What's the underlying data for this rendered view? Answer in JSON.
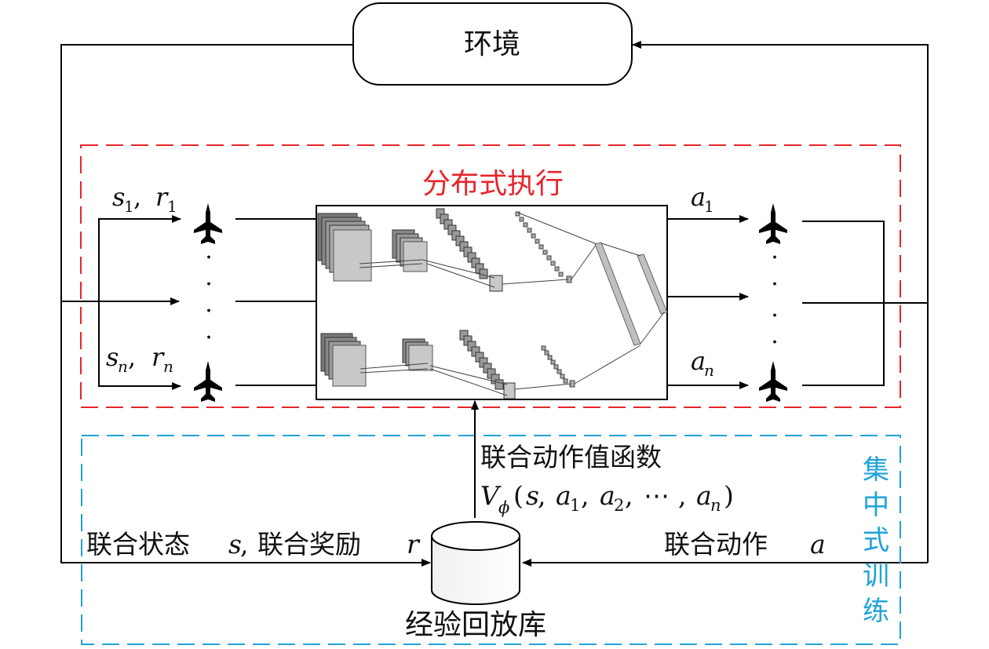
{
  "environment": {
    "label": "环境"
  },
  "distributed": {
    "title": "分布式执行",
    "color": "#e8242b"
  },
  "centralized": {
    "title_chars": [
      "集",
      "中",
      "式",
      "训",
      "练"
    ],
    "color": "#1fa3d8"
  },
  "inputs": {
    "s1": "s",
    "s1_sub": "1",
    "r1": "r",
    "r1_sub": "1",
    "sn": "s",
    "sn_sub": "n",
    "rn": "r",
    "rn_sub": "n",
    "sep": ","
  },
  "outputs": {
    "a1": "a",
    "a1_sub": "1",
    "an": "a",
    "an_sub": "n"
  },
  "value_fn": {
    "label": "联合动作值函数",
    "V": "V",
    "V_sub": "ϕ",
    "open": "(",
    "s": "s",
    "comma": ",",
    "a": "a",
    "sub1": "1",
    "sub2": "2",
    "subn": "n",
    "ellipsis": "⋯",
    "close": ")"
  },
  "joint_state": {
    "prefix": "联合状态",
    "s": "s",
    "sep": ",",
    "mid": "联合奖励",
    "r": "r"
  },
  "joint_action": {
    "prefix": "联合动作",
    "a": "a"
  },
  "replay": {
    "label": "经验回放库"
  },
  "dots": "·"
}
